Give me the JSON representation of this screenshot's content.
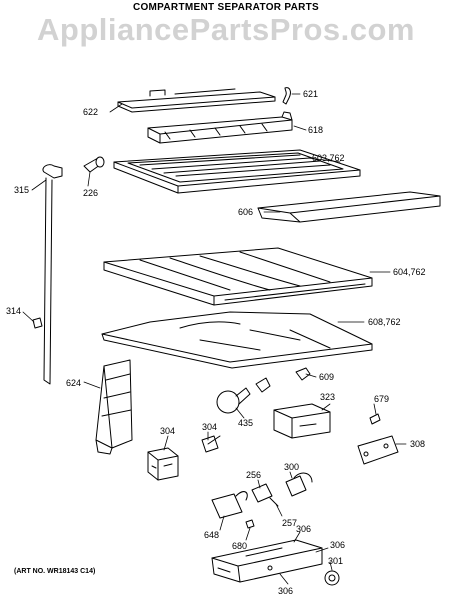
{
  "header": {
    "title": "COMPARTMENT SEPARATOR PARTS",
    "watermark": "AppliancePartsPros.com"
  },
  "footer": {
    "art_no": "(ART NO. WR18143 C14)"
  },
  "callouts": [
    {
      "id": "622",
      "text": "622"
    },
    {
      "id": "621",
      "text": "621"
    },
    {
      "id": "618",
      "text": "618"
    },
    {
      "id": "603_762",
      "text": "603,762"
    },
    {
      "id": "315",
      "text": "315"
    },
    {
      "id": "226",
      "text": "226"
    },
    {
      "id": "606",
      "text": "606"
    },
    {
      "id": "604_762",
      "text": "604,762"
    },
    {
      "id": "314",
      "text": "314"
    },
    {
      "id": "608_762",
      "text": "608,762"
    },
    {
      "id": "624",
      "text": "624"
    },
    {
      "id": "609",
      "text": "609"
    },
    {
      "id": "435",
      "text": "435"
    },
    {
      "id": "679",
      "text": "679"
    },
    {
      "id": "323",
      "text": "323"
    },
    {
      "id": "304a",
      "text": "304"
    },
    {
      "id": "304b",
      "text": "304"
    },
    {
      "id": "308",
      "text": "308"
    },
    {
      "id": "256",
      "text": "256"
    },
    {
      "id": "300",
      "text": "300"
    },
    {
      "id": "257",
      "text": "257"
    },
    {
      "id": "648",
      "text": "648"
    },
    {
      "id": "680",
      "text": "680"
    },
    {
      "id": "306a",
      "text": "306"
    },
    {
      "id": "306b",
      "text": "306"
    },
    {
      "id": "306c",
      "text": "306"
    },
    {
      "id": "301",
      "text": "301"
    }
  ]
}
